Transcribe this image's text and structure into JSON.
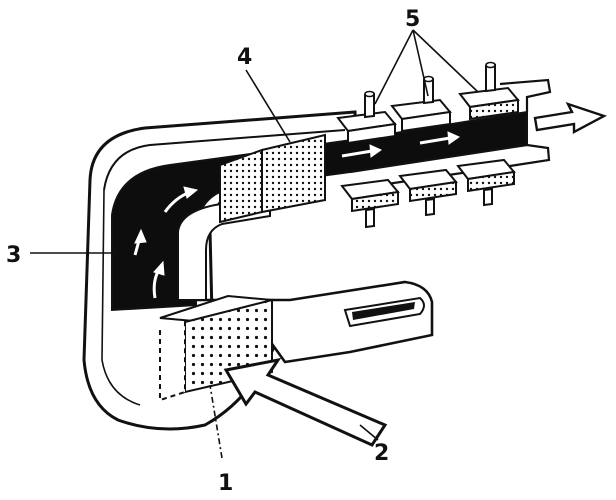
{
  "diagram": {
    "labels": {
      "inlet_grille": "1",
      "inflow_arrow": "2",
      "air_duct": "3",
      "mesh_filter": "4",
      "components": "5"
    },
    "colors": {
      "ink": "#111111",
      "paper": "#ffffff",
      "channel": "#0d0d0d"
    }
  }
}
